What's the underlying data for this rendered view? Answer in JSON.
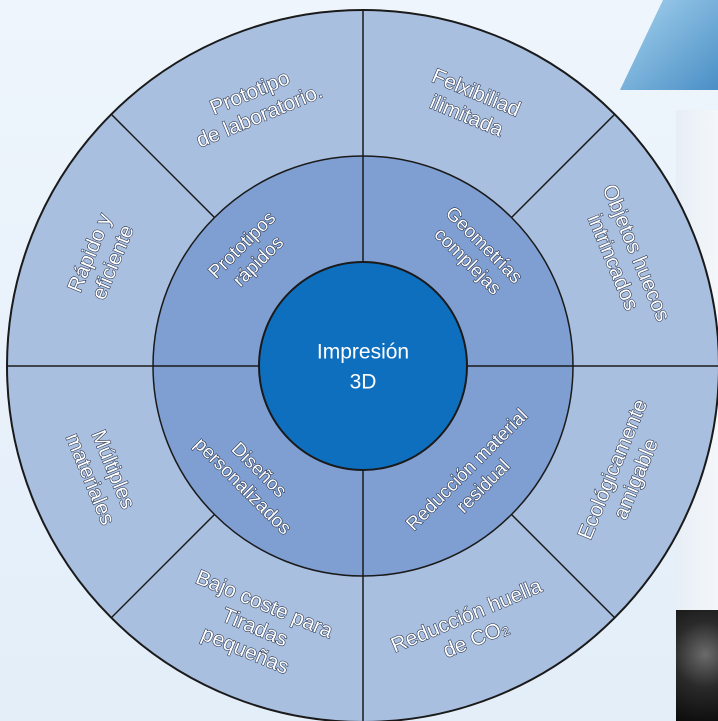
{
  "center": {
    "line1": "Impresión",
    "line2": "3D"
  },
  "middle": [
    {
      "lines": [
        "Prototipos",
        "rápidos"
      ]
    },
    {
      "lines": [
        "Geometrías",
        "complejas"
      ]
    },
    {
      "lines": [
        "Reducción material",
        "residual"
      ]
    },
    {
      "lines": [
        "Diseños",
        "personalizados"
      ]
    }
  ],
  "outer": [
    {
      "lines": [
        "Prototipo",
        "de laboratorio."
      ]
    },
    {
      "lines": [
        "Felxibiliad",
        "ilimitada"
      ]
    },
    {
      "lines": [
        "Objetos huecos",
        "intrincados"
      ]
    },
    {
      "lines": [
        "Ecológicamente",
        "amigable"
      ]
    },
    {
      "lines": [
        "Reducción huella",
        "de CO₂"
      ]
    },
    {
      "lines": [
        "Bajo coste para",
        "Tiradas",
        "pequeñas"
      ]
    },
    {
      "lines": [
        "Múltiples",
        "materiales"
      ]
    },
    {
      "lines": [
        "Rápido y",
        "eficiente"
      ]
    }
  ],
  "colors": {
    "outer_ring": "#a9bfe0",
    "middle_ring": "#7f9fd3",
    "center": "#0f6fbf",
    "lines": "#1a1a1a"
  }
}
